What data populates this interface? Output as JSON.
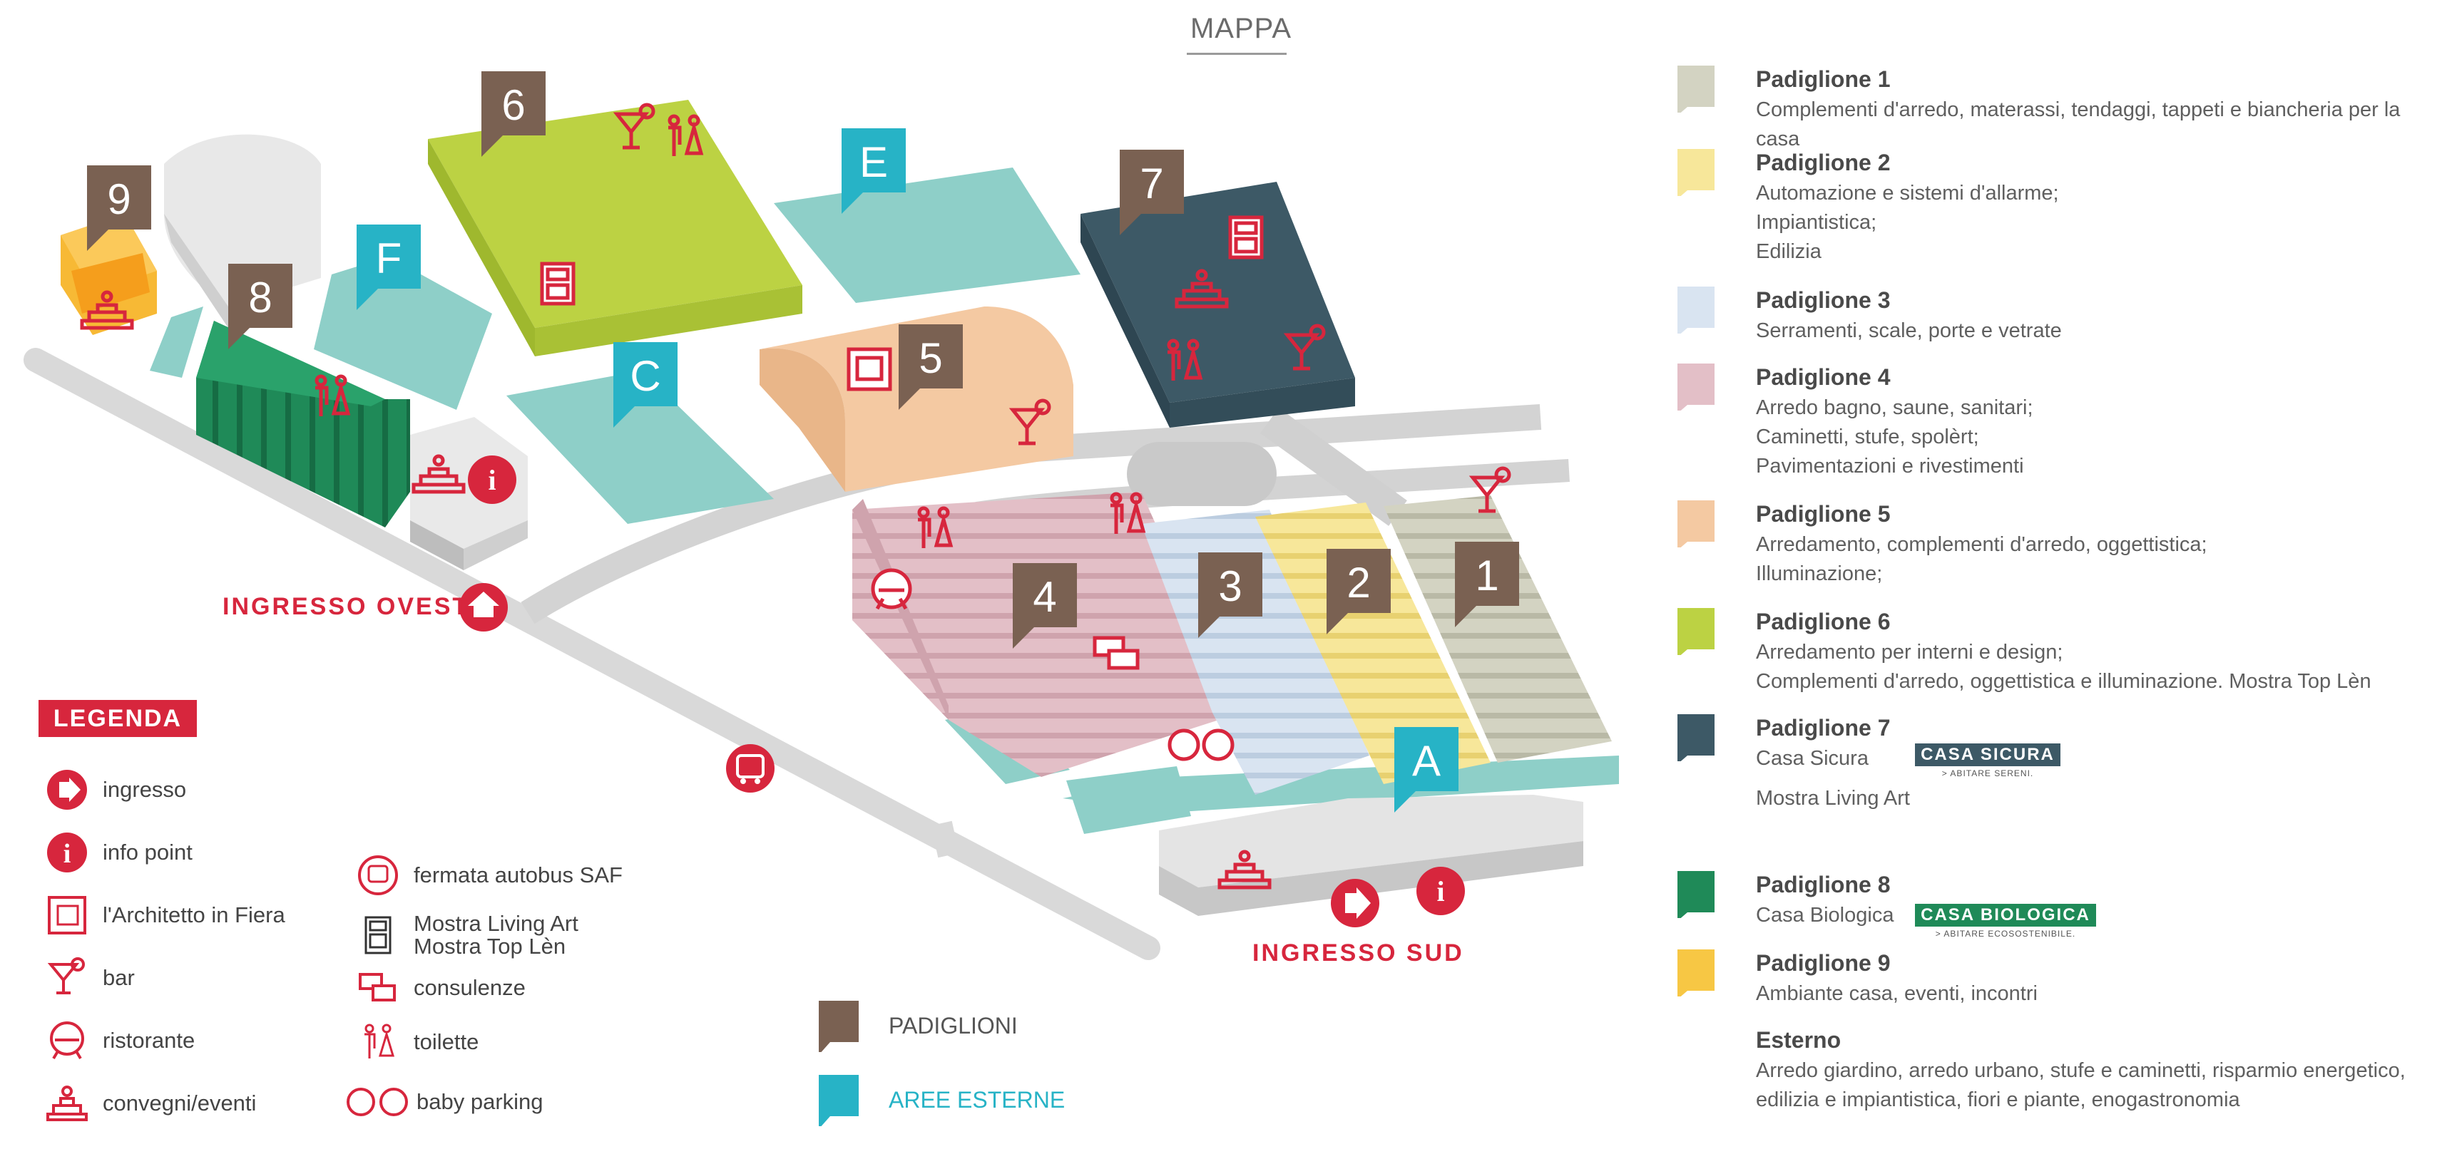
{
  "title": "MAPPA",
  "labels": {
    "ingresso_ovest": "INGRESSO OVEST",
    "ingresso_sud": "INGRESSO SUD"
  },
  "pavilion_markers": [
    "1",
    "2",
    "3",
    "4",
    "5",
    "6",
    "7",
    "8",
    "9"
  ],
  "area_markers": [
    "A",
    "C",
    "E",
    "F"
  ],
  "legend": {
    "title": "LEGENDA",
    "items_left": [
      {
        "icon": "entrance-icon",
        "label": "ingresso"
      },
      {
        "icon": "info-icon",
        "label": "info point"
      },
      {
        "icon": "architect-icon",
        "label": "l'Architetto in Fiera"
      },
      {
        "icon": "bar-icon",
        "label": "bar"
      },
      {
        "icon": "restaurant-icon",
        "label": "ristorante"
      },
      {
        "icon": "conference-icon",
        "label": "convegni/eventi"
      }
    ],
    "items_right": [
      {
        "icon": "bus-stop-icon",
        "label": "fermata autobus SAF"
      },
      {
        "icon": "exhibition-icon",
        "label": "Mostra Living Art",
        "label2": "Mostra Top Lèn"
      },
      {
        "icon": "consulting-icon",
        "label": "consulenze"
      },
      {
        "icon": "toilet-icon",
        "label": "toilette"
      },
      {
        "icon": "baby-parking-icon",
        "label": "baby parking"
      }
    ],
    "key_padiglioni": "PADIGLIONI",
    "key_aree": "AREE ESTERNE"
  },
  "colors": {
    "red": "#d7263d",
    "marker_brown": "#7a6152",
    "marker_teal": "#27b3c6",
    "pav1": "#d3d3c2",
    "pav2": "#f7e79a",
    "pav3": "#d9e4f1",
    "pav4": "#e3bfc7",
    "pav5": "#f4c9a2",
    "pav6": "#bcd243",
    "pav7": "#3d5966",
    "pav8": "#1f8a58",
    "pav9": "#f7b935",
    "external": "#8ecfc8"
  },
  "pavilions": [
    {
      "name": "Padiglione 1",
      "color": "#d3d3c2",
      "lines": [
        "Complementi d'arredo, materassi, tendaggi, tappeti e biancheria per la casa"
      ]
    },
    {
      "name": "Padiglione 2",
      "color": "#f7e79a",
      "lines": [
        "Automazione e sistemi d'allarme;",
        "Impiantistica;",
        "Edilizia"
      ]
    },
    {
      "name": "Padiglione 3",
      "color": "#d9e4f1",
      "lines": [
        "Serramenti, scale, porte e vetrate"
      ]
    },
    {
      "name": "Padiglione 4",
      "color": "#e3bfc7",
      "lines": [
        "Arredo bagno, saune, sanitari;",
        "Caminetti, stufe, spolèrt;",
        "Pavimentazioni e rivestimenti"
      ]
    },
    {
      "name": "Padiglione 5",
      "color": "#f4c9a2",
      "lines": [
        "Arredamento, complementi d'arredo, oggettistica;",
        "Illuminazione;"
      ]
    },
    {
      "name": "Padiglione 6",
      "color": "#bcd243",
      "lines": [
        "Arredamento per interni e design;",
        "Complementi d'arredo, oggettistica e illuminazione. Mostra Top Lèn"
      ]
    },
    {
      "name": "Padiglione 7",
      "color": "#3d5966",
      "lines": [
        "Casa Sicura",
        "Mostra Living Art"
      ]
    },
    {
      "name": "Padiglione 8",
      "color": "#1f8a58",
      "lines": [
        "Casa Biologica"
      ]
    },
    {
      "name": "Padiglione 9",
      "color": "#f7c744",
      "lines": [
        "Ambiante casa, eventi, incontri"
      ]
    }
  ],
  "esterno": {
    "name": "Esterno",
    "lines": [
      "Arredo giardino, arredo urbano, stufe e caminetti, risparmio energetico,",
      "edilizia e impiantistica, fiori e piante, enogastronomia"
    ]
  },
  "brands": {
    "casa_sicura": {
      "label": "CASA SICURA",
      "sub": "> ABITARE SERENI.",
      "color": "#3d5966"
    },
    "casa_biologica": {
      "label": "CASA BIOLOGICA",
      "sub": "> ABITARE ECOSOSTENIBILE.",
      "color": "#1f8a58"
    }
  }
}
